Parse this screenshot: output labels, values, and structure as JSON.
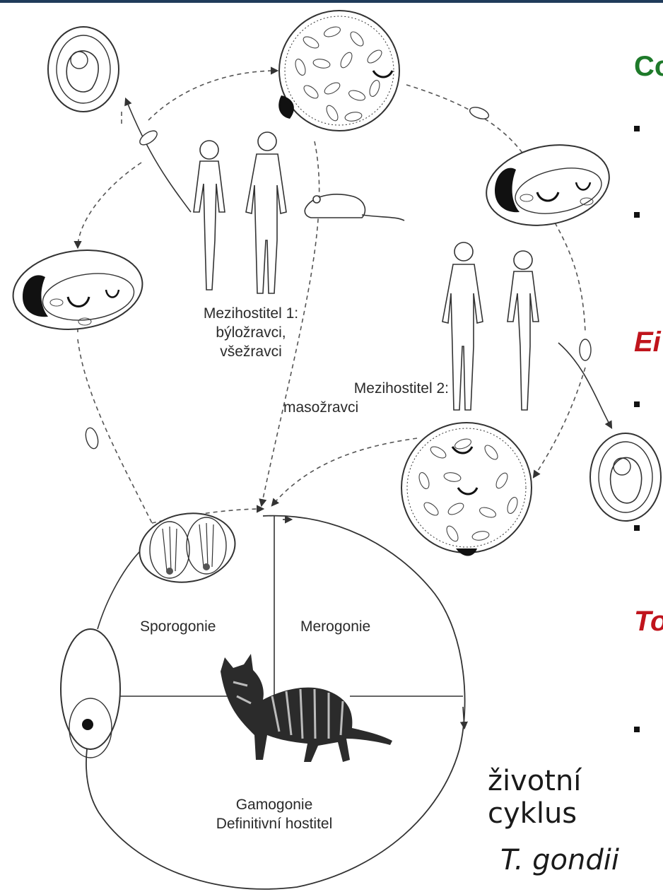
{
  "colors": {
    "topbar": "#1f3b5a",
    "heading_green": "#1e7a2a",
    "heading_red": "#c0141c",
    "line": "#333333"
  },
  "labels": {
    "host1_line1": "Mezihostitel 1:",
    "host1_line2": "býložravci,",
    "host1_line3": "všežravci",
    "host2_line1": "Mezihostitel 2:",
    "host2_line2": "masožravci",
    "sporogonie": "Sporogonie",
    "merogonie": "Merogonie",
    "gamogonie": "Gamogonie",
    "definitive_host": "Definitivní hostitel"
  },
  "side": {
    "heading1": "Co",
    "heading2": "Ei",
    "heading3": "To"
  },
  "caption": {
    "line1": "životní",
    "line2": "cyklus",
    "species": "T. gondii"
  },
  "icons": [
    "embryo-icon",
    "cyst-icon",
    "tachyzoite-icon",
    "human-figure-icon",
    "mouse-icon",
    "cat-icon",
    "oocyst-icon"
  ]
}
